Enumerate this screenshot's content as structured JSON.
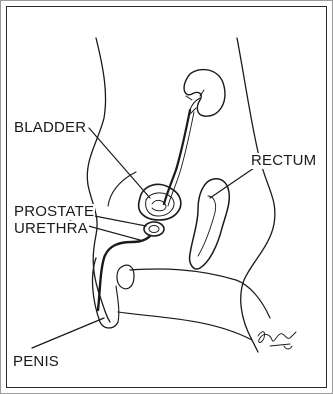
{
  "labels": {
    "bladder": "BLADDER",
    "prostate": "PROSTATE",
    "urethra": "URETHRA",
    "penis": "PENIS",
    "rectum": "RECTUM"
  },
  "colors": {
    "ink": "#1a1a1a",
    "border": "#2a2a2a",
    "background": "#ffffff"
  }
}
